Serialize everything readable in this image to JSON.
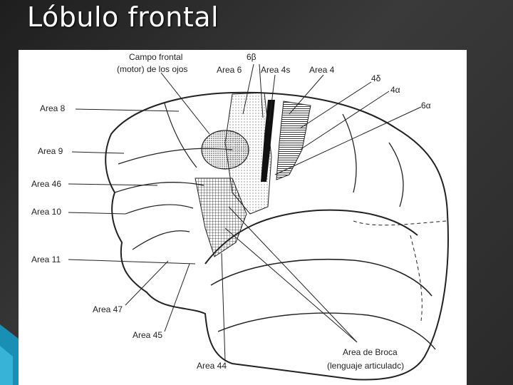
{
  "title": "Lóbulo frontal",
  "labels": {
    "campo_frontal_1": "Campo frontal",
    "campo_frontal_2": "(motor) de los ojos",
    "area6b": "6β",
    "area6": "Area 6",
    "area4s": "Area 4s",
    "area4": "Area 4",
    "area4d": "4δ",
    "area4a": "4α",
    "area6a": "6α",
    "area8": "Area 8",
    "area9": "Area 9",
    "area46": "Area 46",
    "area10": "Area 10",
    "area11": "Area 11",
    "area47": "Area 47",
    "area45": "Area 45",
    "area44": "Area 44",
    "broca_1": "Area de Broca",
    "broca_2": "(lenguaje articuladc)"
  },
  "colors": {
    "background": "#2a2a2a",
    "accent": "#1a8fb5",
    "ink": "#222222"
  }
}
